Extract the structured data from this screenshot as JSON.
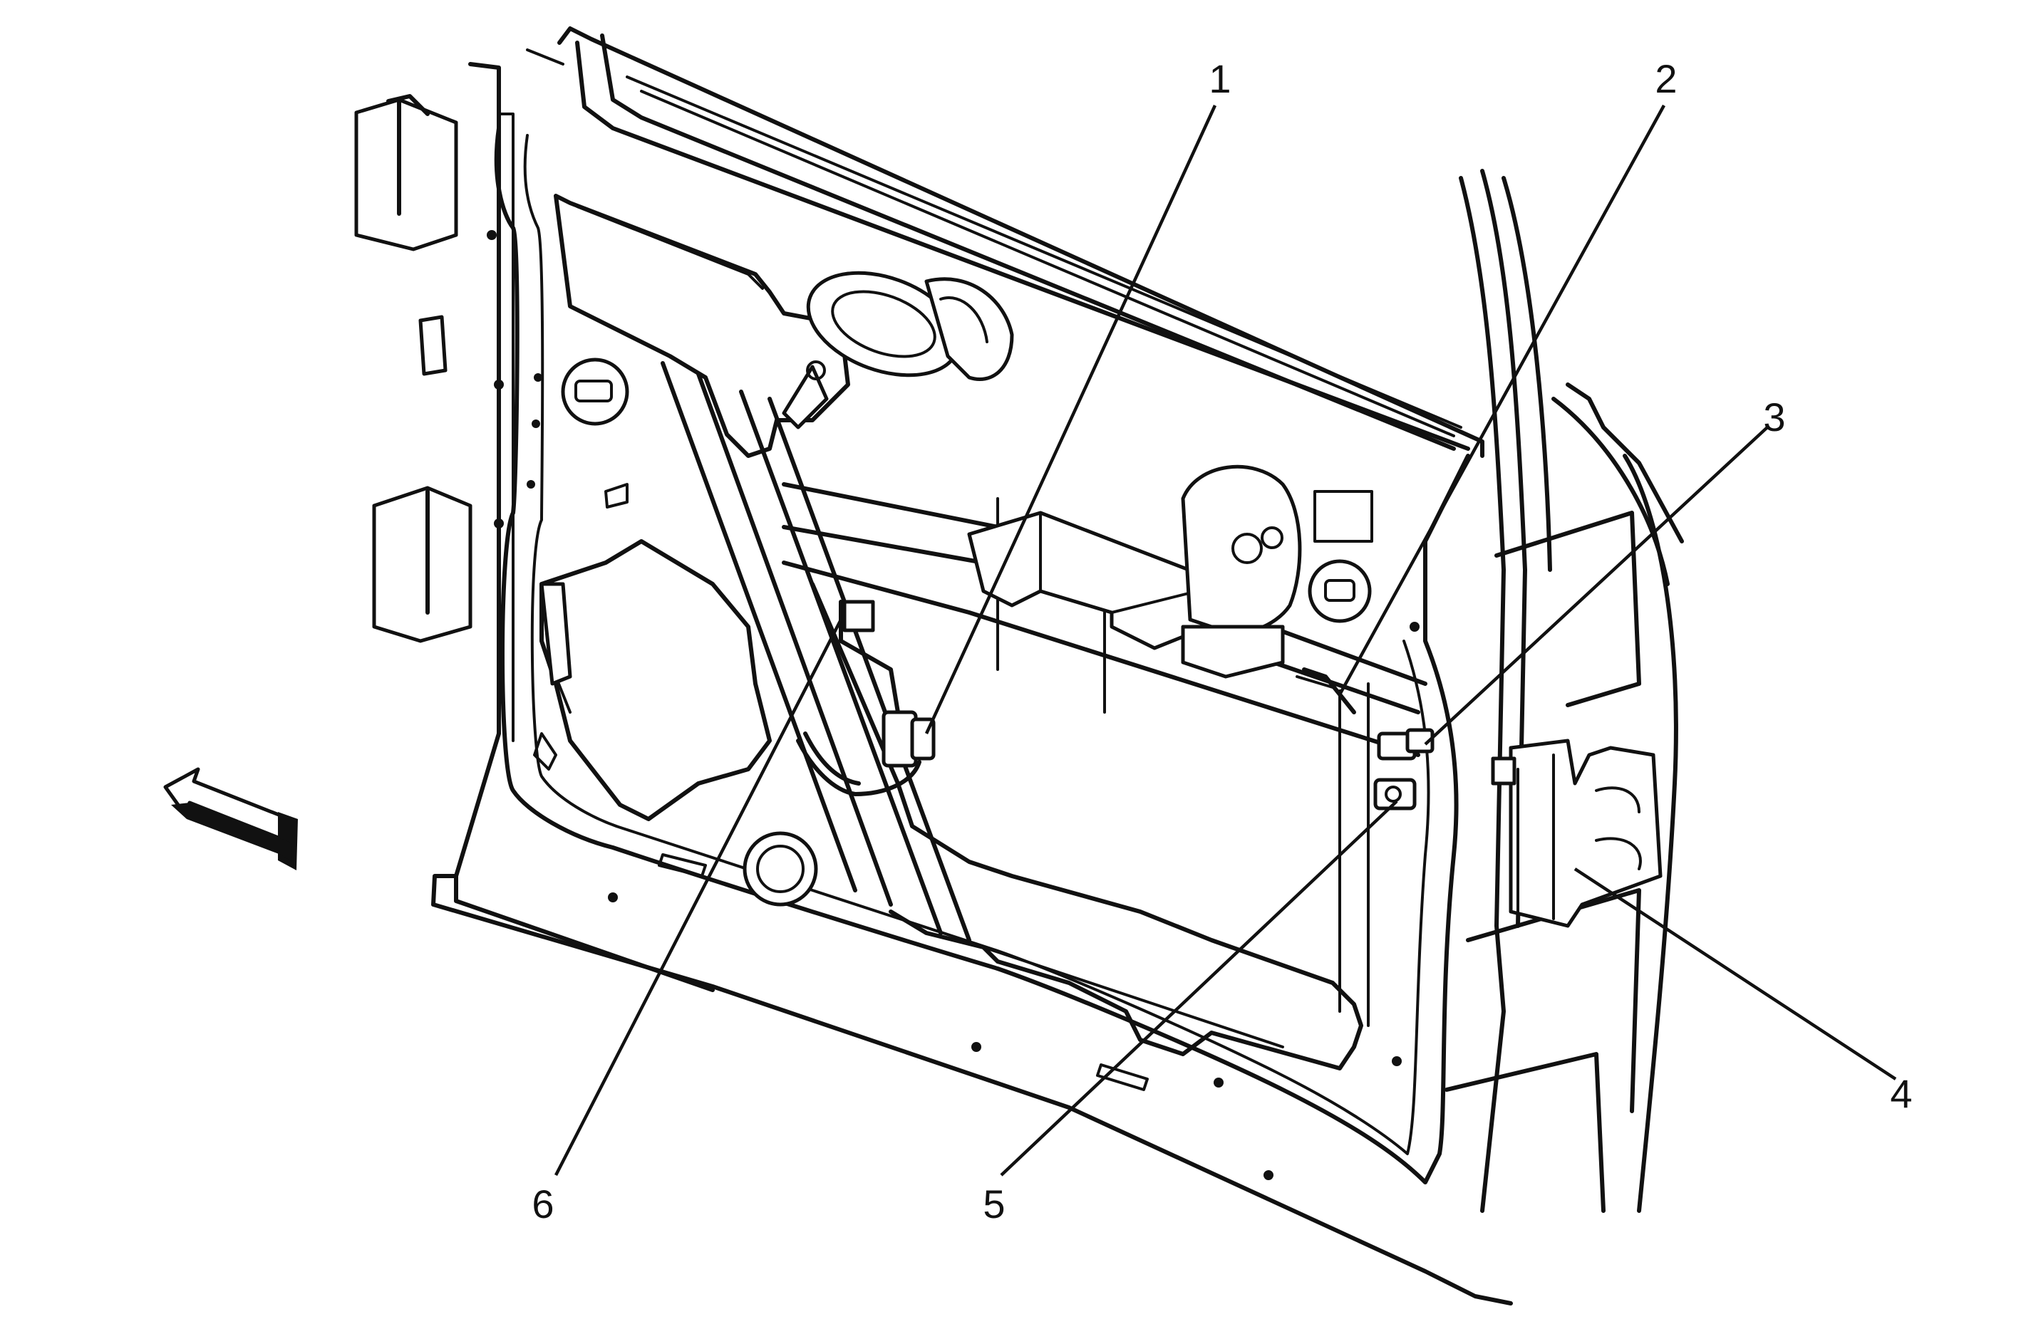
{
  "callouts": [
    {
      "id": "1",
      "label": "1"
    },
    {
      "id": "2",
      "label": "2"
    },
    {
      "id": "3",
      "label": "3"
    },
    {
      "id": "4",
      "label": "4"
    },
    {
      "id": "5",
      "label": "5"
    },
    {
      "id": "6",
      "label": "6"
    }
  ],
  "icons": {
    "direction_arrow": "forward-arrow-icon"
  }
}
